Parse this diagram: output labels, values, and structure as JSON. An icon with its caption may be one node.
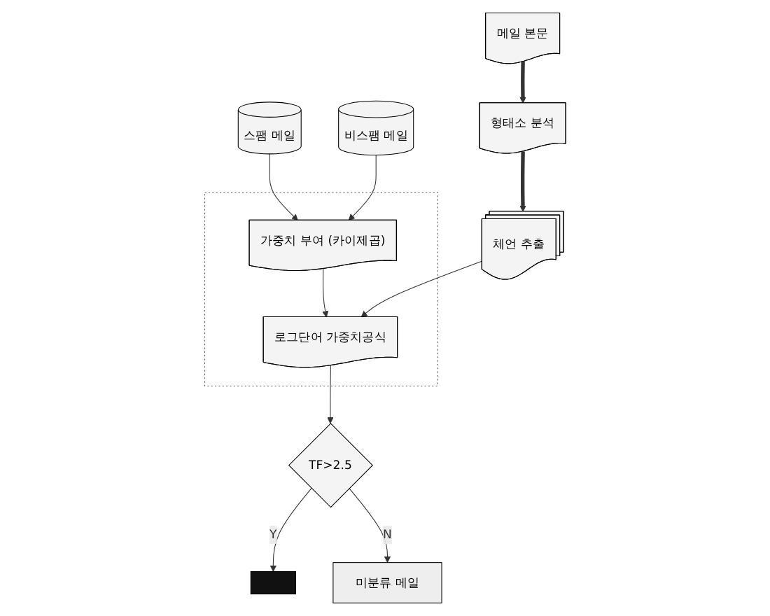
{
  "diagram": {
    "nodes": [
      {
        "text": [
          "메일 본문"
        ]
      },
      {
        "text": [
          "형태소 분석"
        ]
      },
      {
        "text": [
          "체언 추출"
        ]
      },
      {
        "text": [
          "스팸 메일"
        ]
      },
      {
        "text": [
          "비스팸 메일"
        ]
      },
      {
        "text": [],
        "shape": "box"
      },
      {
        "text": [
          "가중치 부여 (카이제곱)"
        ],
        "in": 5
      },
      {
        "text": [
          "로그단어 가중치공식"
        ],
        "in": 5
      },
      {
        "text": [
          "TF>2.5"
        ]
      },
      {
        "text": [],
        "shape": "box"
      },
      {
        "text": [
          "미분류 메일"
        ]
      }
    ],
    "edges": [
      {
        "from": 0,
        "to": 1,
        "arrow": "to",
        "style": "thick"
      },
      {
        "from": 1,
        "to": 2,
        "arrow": "to",
        "style": "thick"
      },
      {
        "from": 3,
        "to": 6,
        "arrow": "to"
      },
      {
        "from": 4,
        "to": 6,
        "arrow": "to"
      },
      {
        "from": 6,
        "to": 7,
        "arrow": "to"
      },
      {
        "from": 2,
        "to": 7,
        "arrow": "to"
      },
      {
        "from": 7,
        "to": 8,
        "arrow": "to"
      },
      {
        "from": 8,
        "to": 9,
        "label": "Y",
        "arrow": "to"
      },
      {
        "from": 8,
        "to": 10,
        "label": "N",
        "arrow": "to"
      }
    ]
  }
}
